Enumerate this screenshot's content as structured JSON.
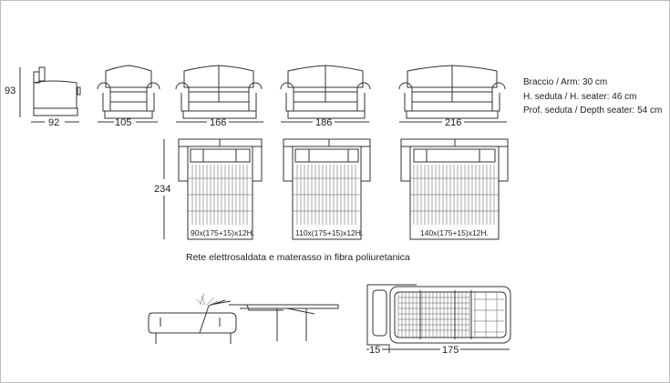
{
  "dimensions": {
    "height": "93",
    "widths": [
      "92",
      "105",
      "166",
      "186",
      "216"
    ],
    "bed_length": "234",
    "mechanism_head": "15",
    "mechanism_length": "175"
  },
  "specs": [
    "Braccio / Arm: 30 cm",
    "H. seduta / H. seater: 46 cm",
    "Prof. seduta / Depth seater: 54 cm"
  ],
  "mattresses": [
    "90x(175+15)x12H.",
    "110x(175+15)x12H.",
    "140x(175+15)x12H."
  ],
  "caption": "Rete elettrosaldata e materasso in fibra poliuretanica"
}
